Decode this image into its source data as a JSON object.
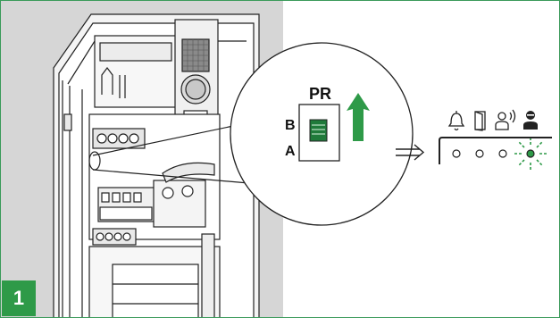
{
  "step": {
    "number": "1"
  },
  "switch": {
    "title": "PR",
    "pos_b": "B",
    "pos_a": "A"
  },
  "led_panel": {
    "indicators": [
      "bell-icon",
      "door-icon",
      "speaker-person-icon",
      "user-icon"
    ],
    "active_index": 3,
    "active_color": "#2e9a48"
  },
  "colors": {
    "accent": "#2e9a48",
    "panel_bg": "#d6d6d6",
    "frame": "#3a9a5a"
  }
}
